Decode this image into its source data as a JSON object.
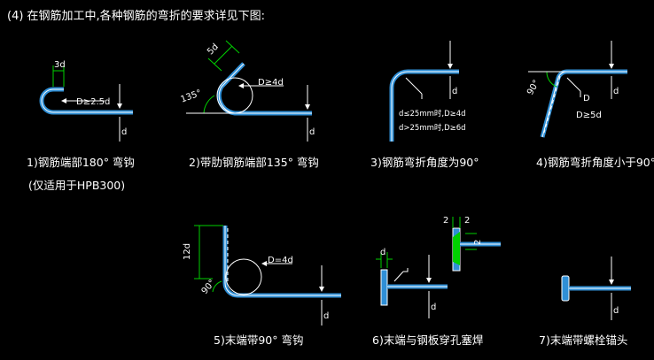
{
  "heading": "(4)  在钢筋加工中,各种钢筋的弯折的要求详见下图:",
  "colors": {
    "background": "#000000",
    "rebar": "#2f8fd6",
    "line": "#ffffff",
    "dim_green": "#00d000"
  },
  "figures": [
    {
      "caption": "1)钢筋端部180° 弯钩",
      "caption2": "(仅适用于HPB300)",
      "labels": [
        "3d",
        "D≥2.5d",
        "d"
      ]
    },
    {
      "caption": "2)带肋钢筋端部135° 弯钩",
      "labels": [
        "5d",
        "135°",
        "D≥4d",
        "d"
      ]
    },
    {
      "caption": "3)钢筋弯折角度为90°",
      "labels": [
        "d≤25mm时,D≥4d",
        "d>25mm时,D≥6d",
        "d"
      ]
    },
    {
      "caption": "4)钢筋弯折角度小于90°",
      "labels": [
        "90°",
        "D",
        "D≥5d",
        "d"
      ]
    },
    {
      "caption": "5)末端带90° 弯钩",
      "labels": [
        "12d",
        "90°",
        "D=4d",
        "d"
      ]
    },
    {
      "caption": "6)末端与钢板穿孔塞焊",
      "labels": [
        "d",
        "d",
        "2",
        "2",
        "2"
      ]
    },
    {
      "caption": "7)末端带螺栓锚头",
      "labels": [
        "d"
      ]
    }
  ]
}
